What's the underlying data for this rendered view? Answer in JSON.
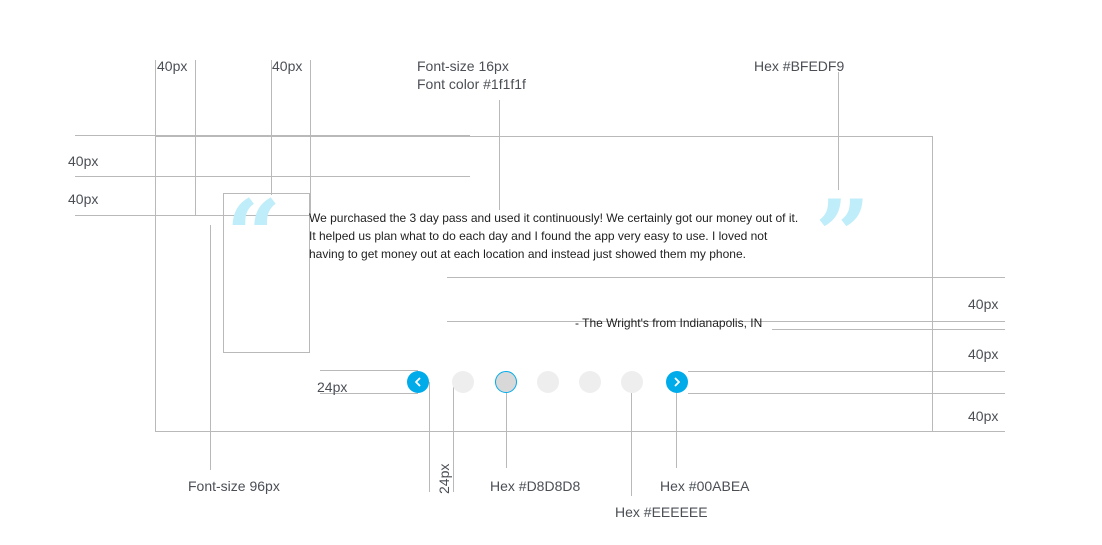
{
  "annotations": {
    "top_left_a": "40px",
    "top_left_b": "40px",
    "font_size_16": "Font-size 16px",
    "font_color": "Font color #1f1f1f",
    "hex_bfedf9": "Hex #BFEDF9",
    "left_40_a": "40px",
    "left_40_b": "40px",
    "right_40_a": "40px",
    "right_40_b": "40px",
    "right_40_c": "40px",
    "left_24": "24px",
    "bottom_24": "24px",
    "font_size_96": "Font-size 96px",
    "hex_d8d8d8": "Hex #D8D8D8",
    "hex_00abea": "Hex #00ABEA",
    "hex_eeeeee": "Hex #EEEEEE"
  },
  "testimonial": {
    "open_quote": "“",
    "close_quote": "”",
    "text": "We purchased the 3 day pass and used it continuously! We certainly got our money out of it. It helped us plan what to do each day and I found the app very easy to use. I loved not having to get money out at each location and instead just showed them my phone.",
    "author": "- The Wright's from Indianapolis, IN"
  },
  "pagination": {
    "prev_icon": "chevron-left-icon",
    "next_icon": "chevron-right-icon",
    "dot_count": 5,
    "active_index": 1
  },
  "colors": {
    "quote": "#BFEDF9",
    "text": "#1f1f1f",
    "dot": "#EEEEEE",
    "active_dot_fill": "#D8D8D8",
    "accent": "#00ABEA"
  }
}
